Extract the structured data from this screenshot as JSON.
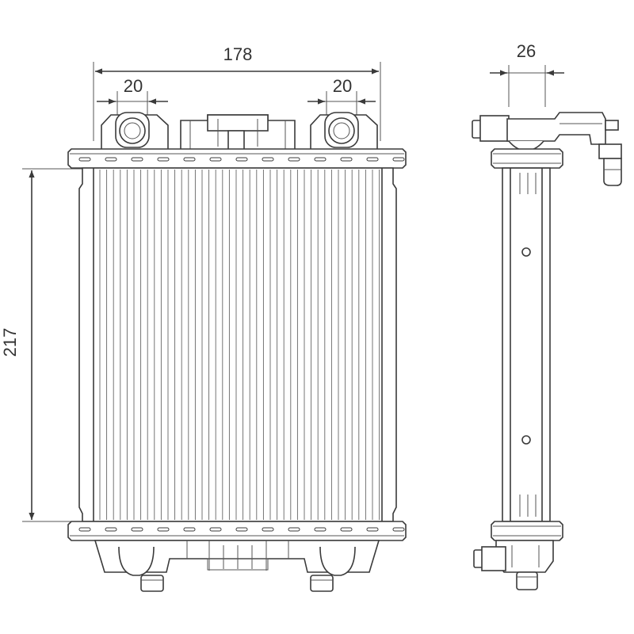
{
  "dimensions": {
    "overall_width": "178",
    "left_inlet_width": "20",
    "right_inlet_width": "20",
    "height": "217",
    "depth": "26"
  },
  "colors": {
    "line": "#3a3a3a",
    "text": "#333333",
    "background": "#ffffff"
  }
}
